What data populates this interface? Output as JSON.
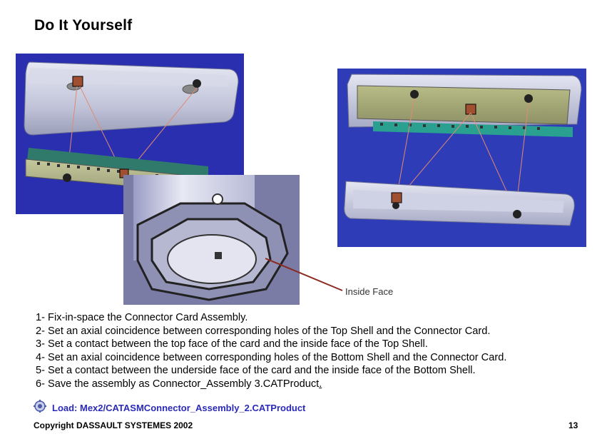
{
  "slide": {
    "title": "Do It Yourself",
    "callout_label": "Inside Face",
    "steps": [
      "1- Fix-in-space the Connector Card Assembly.",
      "2- Set an axial coincidence between corresponding holes of the Top Shell and the Connector Card.",
      "3- Set a contact between the top face of the card and the inside face of the Top Shell.",
      "4- Set an axial coincidence between corresponding holes of the Bottom Shell and the Connector Card.",
      "5- Set a contact between the underside face of the card and the inside face of the Bottom Shell."
    ],
    "step6_text": "6- Save the assembly as Connector_Assembly 3.CATProduct",
    "step6_end": ".",
    "load_text": "Load: Mex2/CATASMConnector_Assembly_2.CATProduct",
    "load_icon": "gear-icon",
    "footer": "Copyright DASSAULT SYSTEMES 2002",
    "page_number": "13"
  }
}
